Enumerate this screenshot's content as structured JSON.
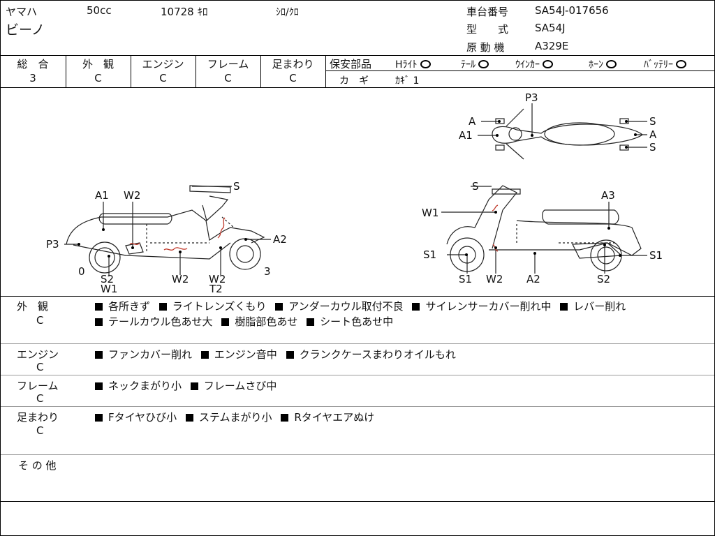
{
  "header": {
    "maker": "ヤマハ",
    "displacement": "50cc",
    "mileage": "10728 ｷﾛ",
    "color": "ｼﾛ/ｸﾛ",
    "model_name": "ビーノ",
    "frame_no_label": "車台番号",
    "frame_no_value": "SA54J-017656",
    "model_label": "型　　式",
    "model_value": "SA54J",
    "engine_label": "原 動 機",
    "engine_value": "A329E"
  },
  "grades": {
    "items": [
      {
        "label": "総　合",
        "value": "3"
      },
      {
        "label": "外　観",
        "value": "C"
      },
      {
        "label": "エンジン",
        "value": "C"
      },
      {
        "label": "フレーム",
        "value": "C"
      },
      {
        "label": "足まわり",
        "value": "C"
      }
    ],
    "safety_label": "保安部品",
    "safety_items": [
      "Hﾗｲﾄ",
      "ﾃｰﾙ",
      "ｳｲﾝｶｰ",
      "ﾎｰﾝ",
      "ﾊﾞｯﾃﾘｰ"
    ],
    "key_label": "カ　ギ",
    "key_value": "ｶｷﾞ 1"
  },
  "diagram": {
    "left_labels": [
      "A1",
      "W2",
      "S",
      "P3",
      "A2",
      "0",
      "S2",
      "W1",
      "W2",
      "W2",
      "T2",
      "3"
    ],
    "right_labels": [
      "S",
      "W1",
      "A3",
      "S1",
      "S1",
      "S1",
      "W2",
      "A2",
      "S2"
    ],
    "top_labels": [
      "P3",
      "A",
      "A1",
      "S",
      "A",
      "S"
    ]
  },
  "conditions": [
    {
      "label": "外　観",
      "grade": "C",
      "lines": [
        [
          "各所きず",
          "ライトレンズくもり",
          "アンダーカウル取付不良",
          "サイレンサーカバー削れ中",
          "レバー削れ"
        ],
        [
          "テールカウル色あせ大",
          "樹脂部色あせ",
          "シート色あせ中"
        ]
      ]
    },
    {
      "label": "エンジン",
      "grade": "C",
      "lines": [
        [
          "ファンカバー削れ",
          "エンジン音中",
          "クランクケースまわりオイルもれ"
        ]
      ]
    },
    {
      "label": "フレーム",
      "grade": "C",
      "lines": [
        [
          "ネックまがり小",
          "フレームさび中"
        ]
      ]
    },
    {
      "label": "足まわり",
      "grade": "C",
      "lines": [
        [
          "Fタイヤひび小",
          "ステムまがり小",
          "Rタイヤエアぬけ"
        ]
      ]
    },
    {
      "label": "そ の 他",
      "grade": "",
      "lines": []
    }
  ]
}
